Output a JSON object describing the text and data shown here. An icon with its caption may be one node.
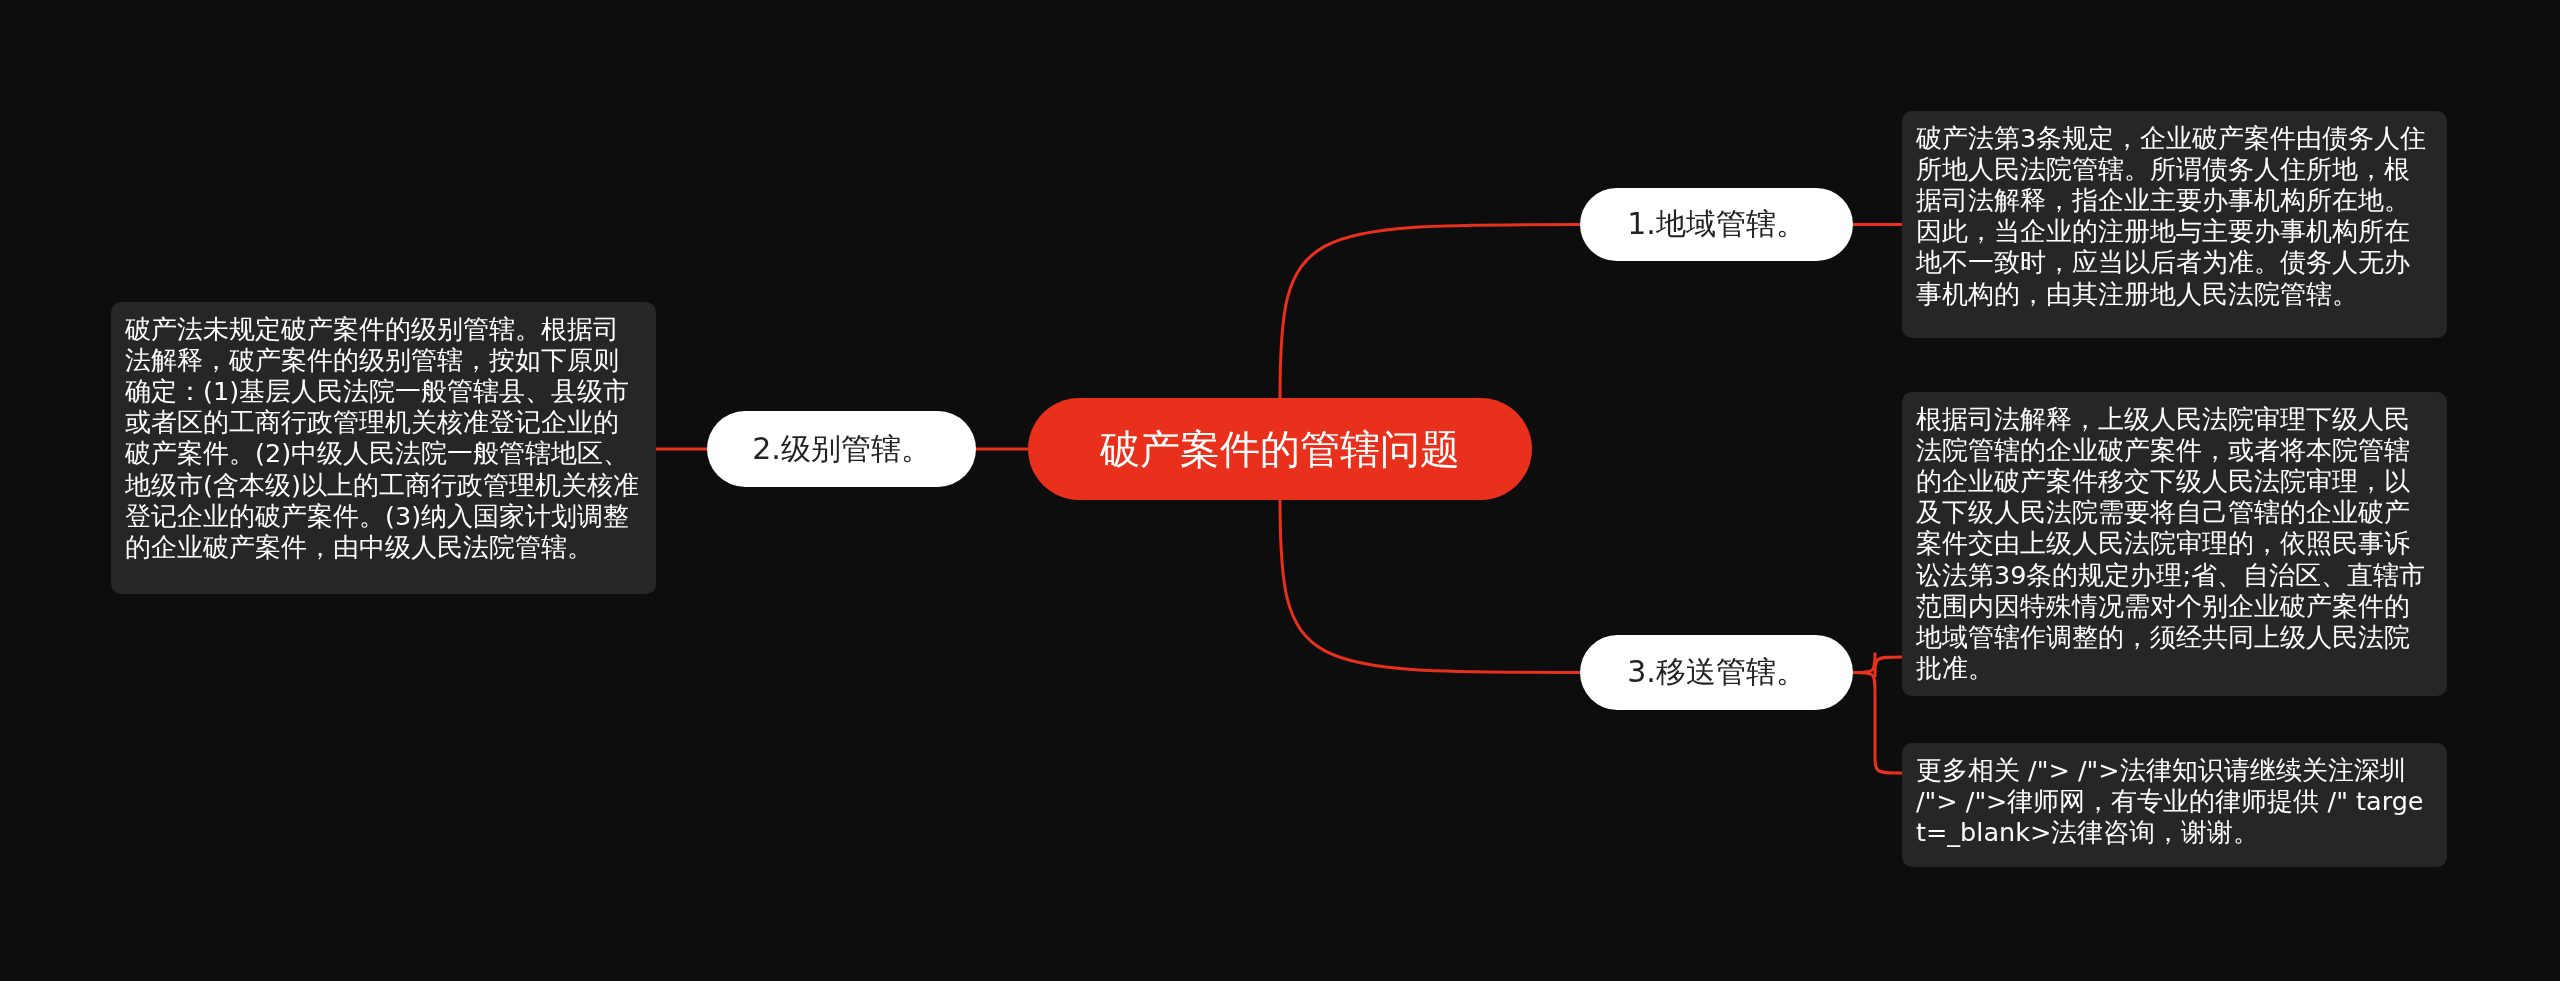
{
  "diagram": {
    "nodes": [
      {
        "text": [
          "破产案件的管辖问题"
        ]
      },
      {
        "text": [
          "1.地域管辖。"
        ]
      },
      {
        "text": [
          "破产法第3条规定，企业破产案件由债务人住所地人民法院管辖。所谓债务人住所地，根据司法解释，指企业主要办事机构所在地。因此，当企业的注册地与主要办事机构所在地不一致时，应当以后者为准。债务人无办事机构的，由其注册地人民法院管辖。"
        ]
      },
      {
        "text": [
          "2.级别管辖。"
        ]
      },
      {
        "text": [
          "破产法未规定破产案件的级别管辖。根据司法解释，破产案件的级别管辖，按如下原则确定：(1)基层人民法院一般管辖县、县级市或者区的工商行政管理机关核准登记企业的破产案件。(2)中级人民法院一般管辖地区、地级市(含本级)以上的工商行政管理机关核准登记企业的破产案件。(3)纳入国家计划调整的企业破产案件，由中级人民法院管辖。"
        ]
      },
      {
        "text": [
          "3.移送管辖。"
        ]
      },
      {
        "text": [
          "根据司法解释，上级人民法院审理下级人民法院管辖的企业破产案件，或者将本院管辖的企业破产案件移交下级人民法院审理，以及下级人民法院需要将自己管辖的企业破产案件交由上级人民法院审理的，依照民事诉讼法第39条的规定办理;省、自治区、直辖市范围内因特殊情况需对个别企业破产案件的地域管辖作调整的，须经共同上级人民法院批准。"
        ]
      },
      {
        "text": [
          "更多相关 /\"> /\">法律知识请继续关注深圳 /\"> /\">律师网，有专业的律师提供 /\" target=_blank>法律咨询，谢谢。"
        ]
      }
    ],
    "edges": [
      {
        "from": 0,
        "to": 1,
        "arrow": "none"
      },
      {
        "from": 1,
        "to": 2,
        "arrow": "none"
      },
      {
        "from": 0,
        "to": 3,
        "arrow": "none"
      },
      {
        "from": 3,
        "to": 4,
        "arrow": "none"
      },
      {
        "from": 0,
        "to": 5,
        "arrow": "none"
      },
      {
        "from": 5,
        "to": 6,
        "arrow": "none"
      },
      {
        "from": 5,
        "to": 7,
        "arrow": "none"
      }
    ]
  }
}
